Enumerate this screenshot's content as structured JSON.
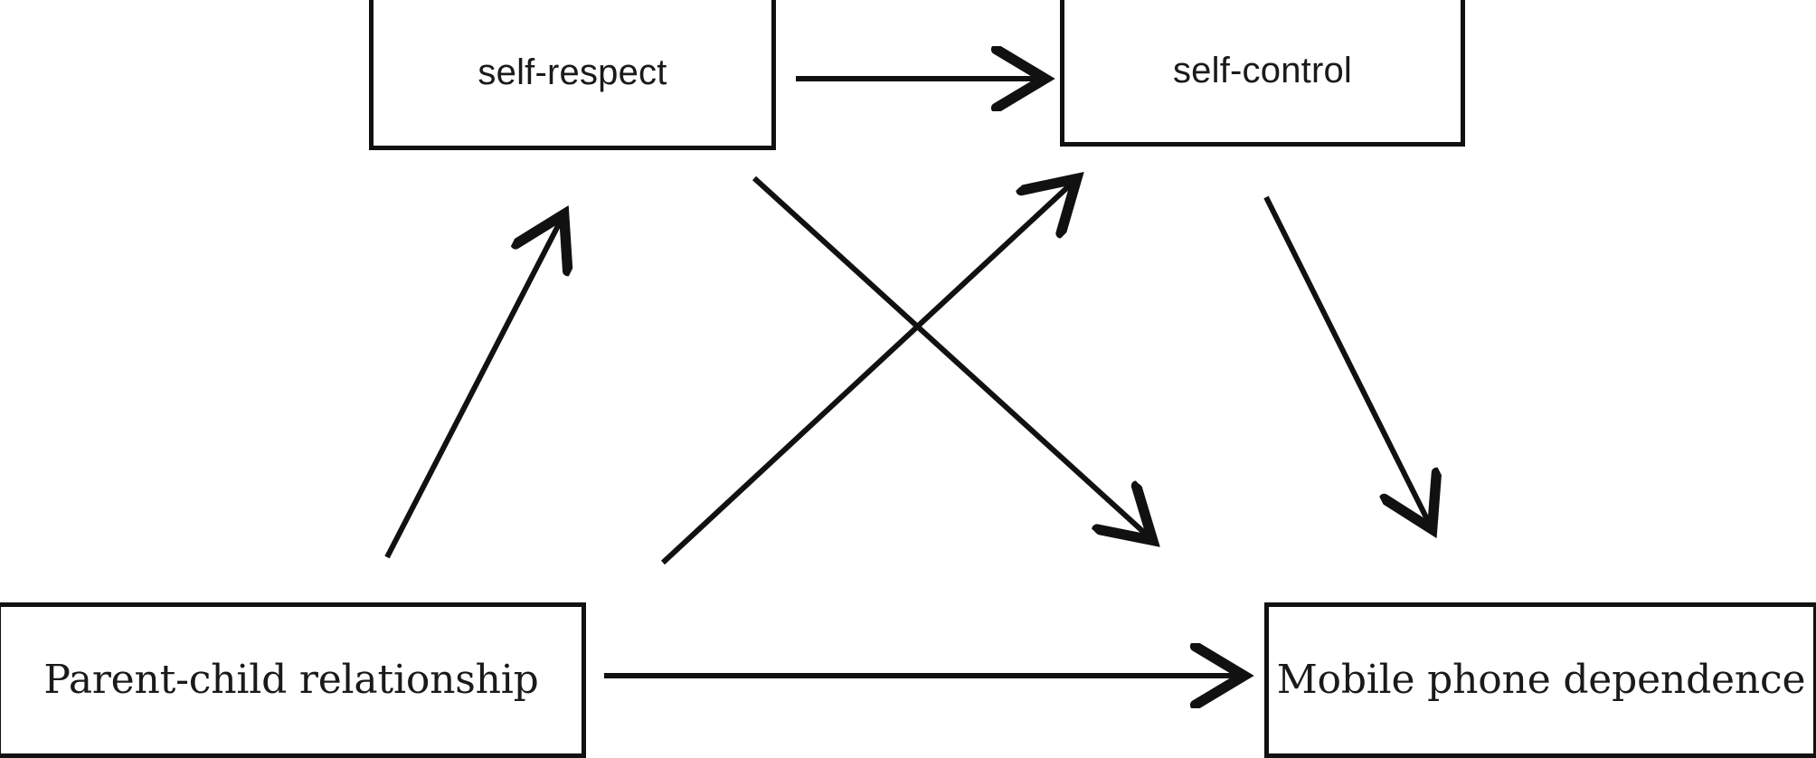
{
  "diagram": {
    "type": "path-model",
    "background_color": "#ffffff",
    "line_color": "#111111",
    "text_color": "#1a1a1a",
    "nodes": [
      {
        "id": "self-respect",
        "label": "self-respect"
      },
      {
        "id": "self-control",
        "label": "self-control"
      },
      {
        "id": "parent-child",
        "label": "Parent-child relationship"
      },
      {
        "id": "mobile-dep",
        "label": "Mobile phone dependence"
      }
    ],
    "edges": [
      {
        "id": "edge-self-respect-to-self-control",
        "from": "self-respect",
        "to": "self-control",
        "style": "straight-arrow"
      },
      {
        "id": "edge-parent-child-to-self-respect",
        "from": "parent-child",
        "to": "self-respect",
        "style": "straight-arrow"
      },
      {
        "id": "edge-parent-child-to-self-control",
        "from": "parent-child",
        "to": "self-control",
        "style": "straight-arrow"
      },
      {
        "id": "edge-self-respect-to-mobile-dep",
        "from": "self-respect",
        "to": "mobile-dep",
        "style": "straight-arrow"
      },
      {
        "id": "edge-self-control-to-mobile-dep",
        "from": "self-control",
        "to": "mobile-dep",
        "style": "straight-arrow"
      },
      {
        "id": "edge-parent-child-to-mobile-dep",
        "from": "parent-child",
        "to": "mobile-dep",
        "style": "straight-arrow"
      }
    ]
  }
}
